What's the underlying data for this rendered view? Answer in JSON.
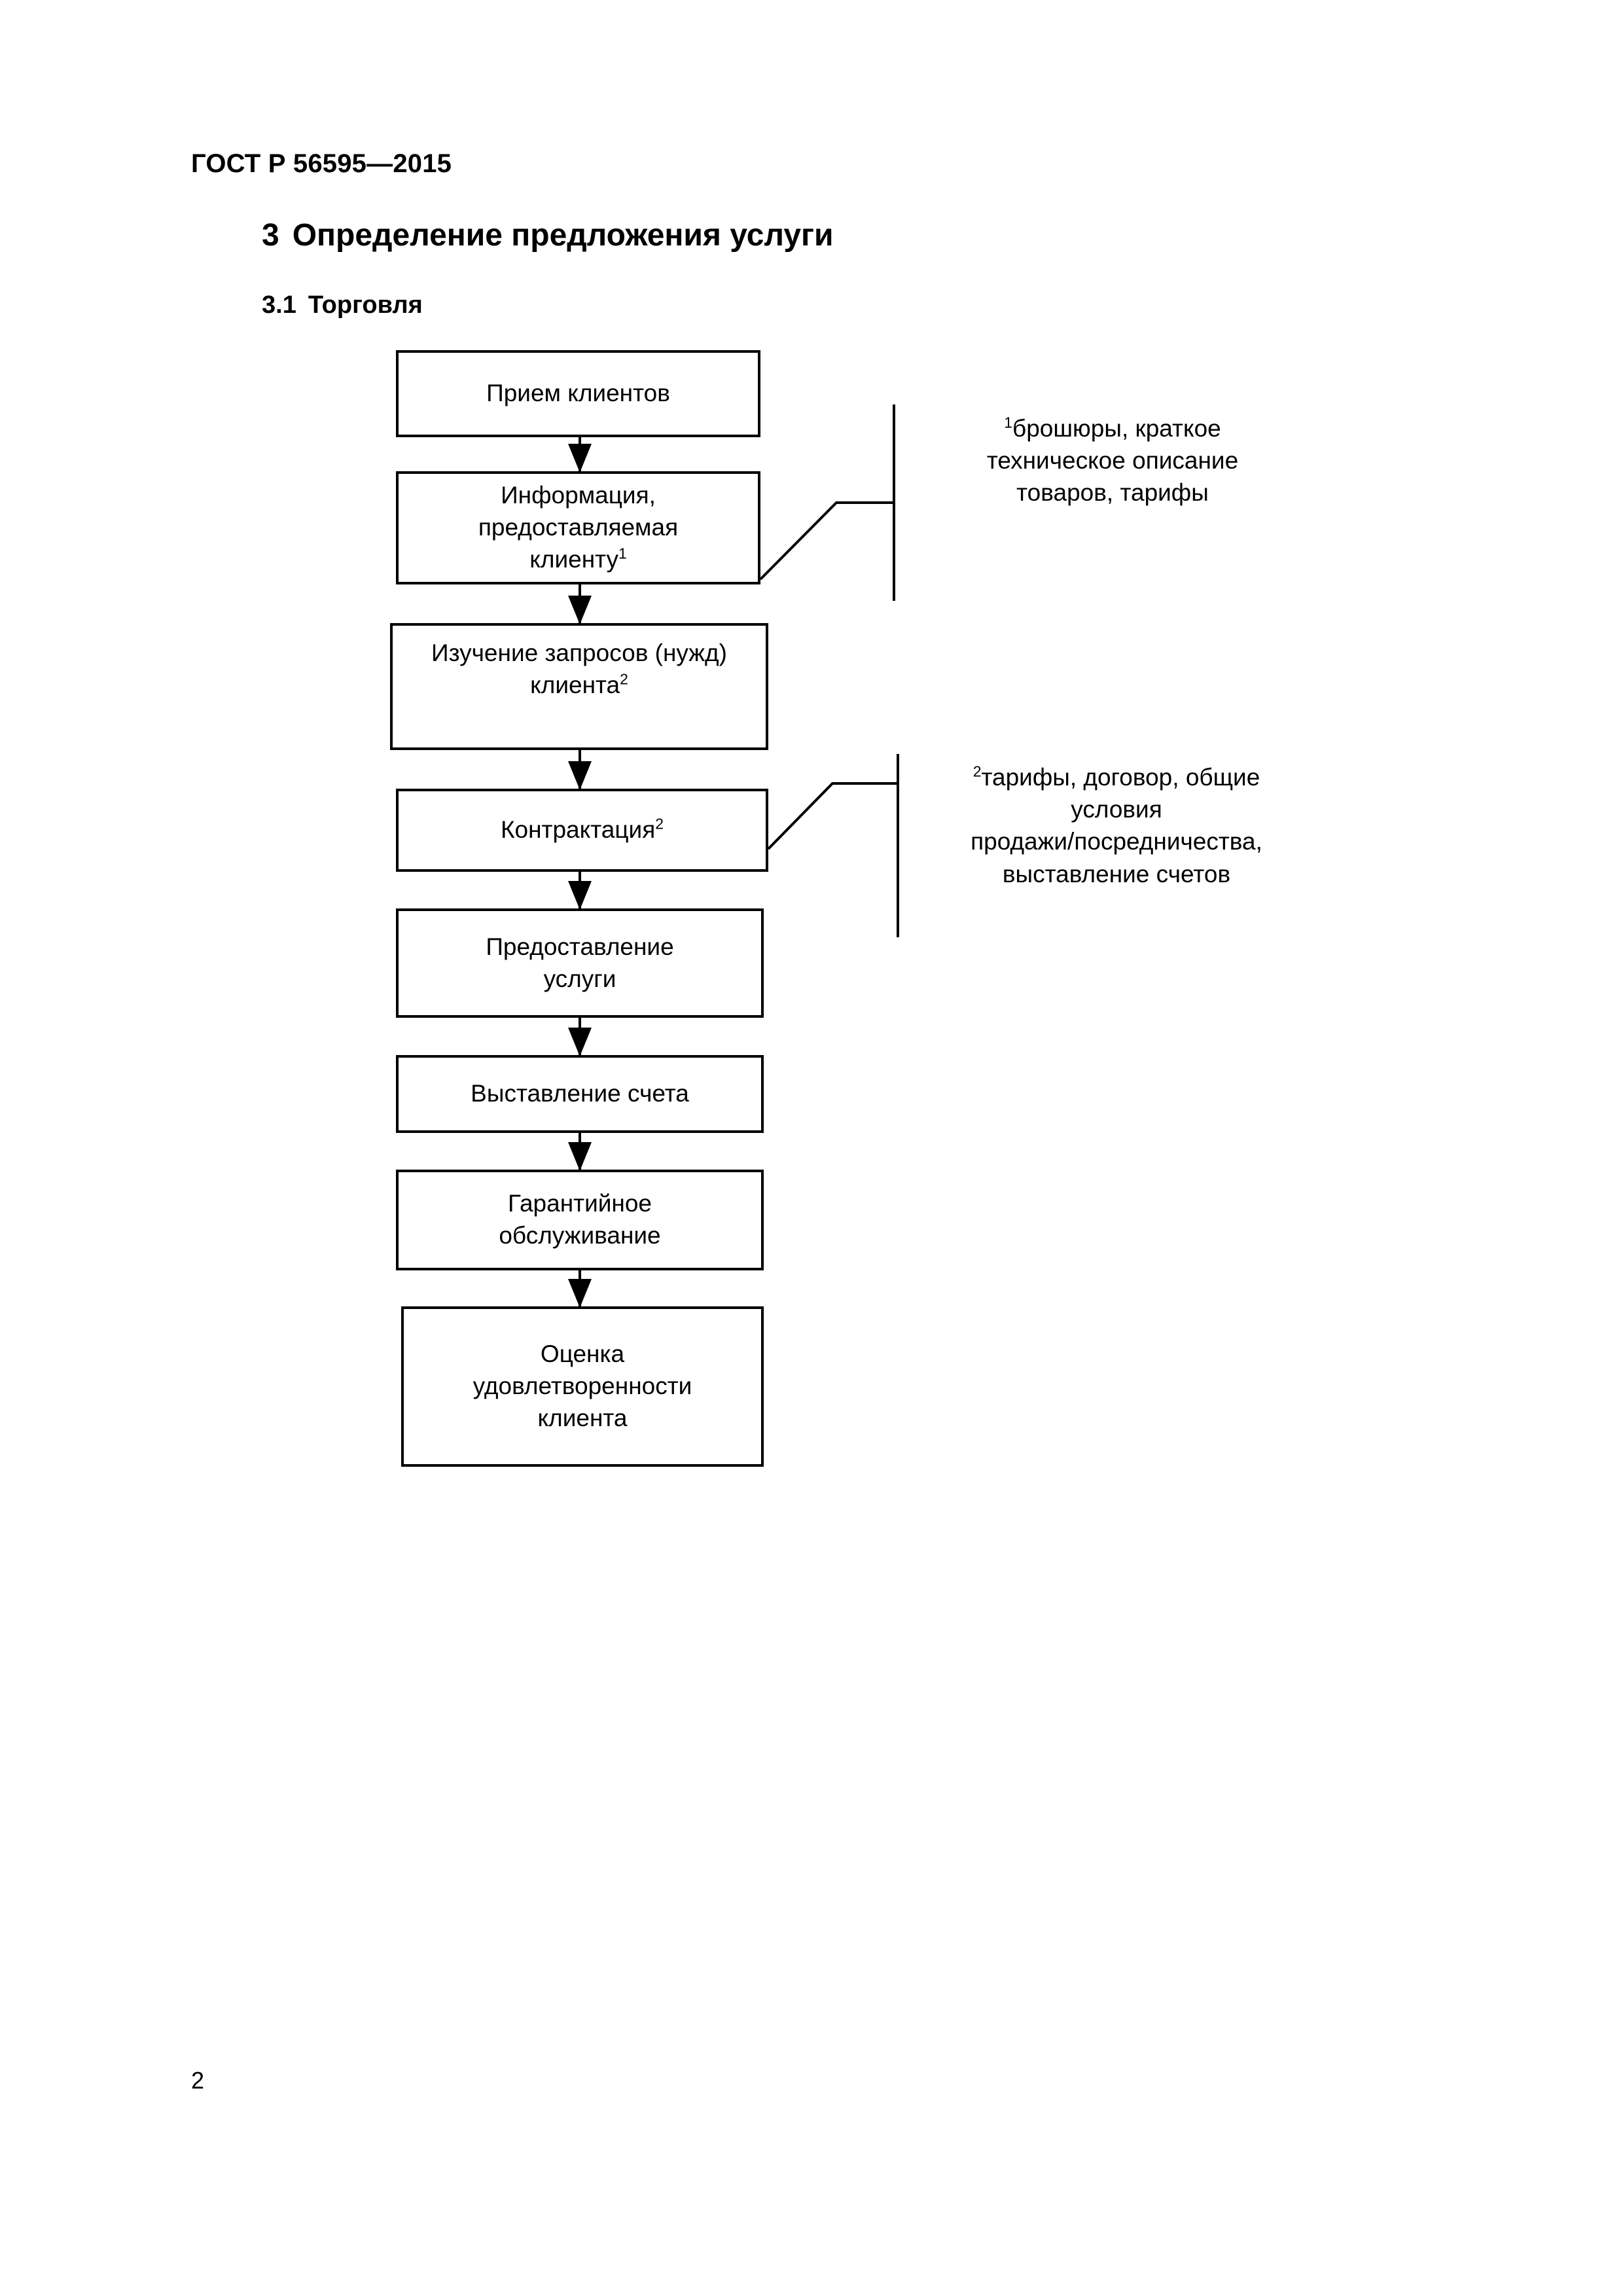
{
  "document": {
    "running_header": "ГОСТ Р 56595—2015",
    "page_number": "2"
  },
  "headings": {
    "section_number": "3",
    "section_title": "Определение предложения услуги",
    "subsection_number": "3.1",
    "subsection_title": "Торговля"
  },
  "flowchart": {
    "type": "flowchart",
    "orientation": "vertical",
    "nodes": [
      {
        "id": "n1",
        "label": "Прием клиентов",
        "marker": ""
      },
      {
        "id": "n2",
        "label": "Информация,\nпредоставляемая\nклиенту",
        "marker": "1"
      },
      {
        "id": "n3",
        "label": "Изучение запросов (нужд)\nклиента",
        "marker": "2"
      },
      {
        "id": "n4",
        "label": "Контрактация",
        "marker": "2"
      },
      {
        "id": "n5",
        "label": "Предоставление\nуслуги",
        "marker": ""
      },
      {
        "id": "n6",
        "label": "Выставление счета",
        "marker": ""
      },
      {
        "id": "n7",
        "label": "Гарантийное\nобслуживание",
        "marker": ""
      },
      {
        "id": "n8",
        "label": "Оценка\nудовлетворенности\nклиента",
        "marker": ""
      }
    ],
    "edges": [
      {
        "from": "n1",
        "to": "n2"
      },
      {
        "from": "n2",
        "to": "n3"
      },
      {
        "from": "n3",
        "to": "n4"
      },
      {
        "from": "n4",
        "to": "n5"
      },
      {
        "from": "n5",
        "to": "n6"
      },
      {
        "from": "n6",
        "to": "n7"
      },
      {
        "from": "n7",
        "to": "n8"
      }
    ],
    "annotations": [
      {
        "marker": "1",
        "attached_to": "n2",
        "text": "брошюры, краткое\nтехническое описание\nтоваров, тарифы"
      },
      {
        "marker": "2",
        "attached_to": "n4",
        "text": "тарифы, договор, общие\nусловия\nпродажи/посредничества,\nвыставление счетов"
      }
    ]
  },
  "nodes_text": {
    "n1": "Прием клиентов",
    "n2_l1": "Информация,",
    "n2_l2": "предоставляемая",
    "n2_l3": "клиенту",
    "n2_sup": "1",
    "n3_l1": "Изучение запросов (нужд)",
    "n3_l2": "клиента",
    "n3_sup": "2",
    "n4_l1": "Контрактация",
    "n4_sup": "2",
    "n5_l1": "Предоставление",
    "n5_l2": "услуги",
    "n6_l1": "Выставление счета",
    "n7_l1": "Гарантийное",
    "n7_l2": "обслуживание",
    "n8_l1": "Оценка",
    "n8_l2": "удовлетворенности",
    "n8_l3": "клиента"
  },
  "notes_text": {
    "note1_sup": "1",
    "note1_l1": "брошюры, краткое",
    "note1_l2": "техническое описание",
    "note1_l3": "товаров, тарифы",
    "note2_sup": "2",
    "note2_l1": "тарифы, договор, общие",
    "note2_l2": "условия",
    "note2_l3": "продажи/посредничества,",
    "note2_l4": "выставление счетов"
  },
  "colors": {
    "ink": "#000000",
    "paper": "#ffffff"
  }
}
